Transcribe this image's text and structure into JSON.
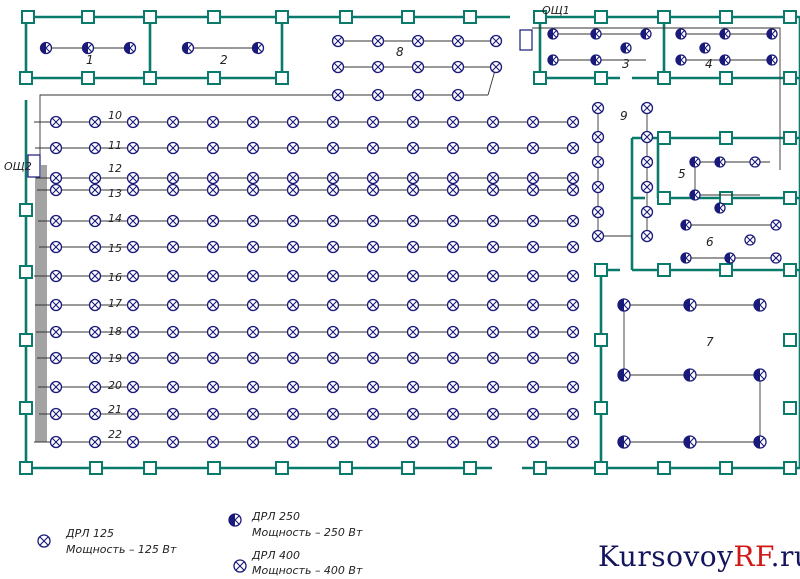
{
  "panels": {
    "shch1": "ОЩ1",
    "shch2": "ОЩ2"
  },
  "room_numbers": [
    "1",
    "2",
    "3",
    "4",
    "5",
    "6",
    "7",
    "8",
    "9"
  ],
  "group_numbers": [
    "10",
    "11",
    "12",
    "13",
    "14",
    "15",
    "16",
    "17",
    "18",
    "19",
    "20",
    "21",
    "22"
  ],
  "legend": {
    "drl125_name": "ДРЛ 125",
    "drl125_power": "Мощность – 125 Вт",
    "drl250_name": "ДРЛ 250",
    "drl250_power": "Мощность – 250 Вт",
    "drl400_name": "ДРЛ 400",
    "drl400_power": "Мощность – 400 Вт"
  },
  "watermark": {
    "main": "Kursovoy",
    "accent": "RF",
    "suffix": ".ru"
  },
  "colors": {
    "wall": "#0a7a6a",
    "column_fill": "#ffffff",
    "lamp": "#1a1a7a",
    "wire": "#333333"
  }
}
